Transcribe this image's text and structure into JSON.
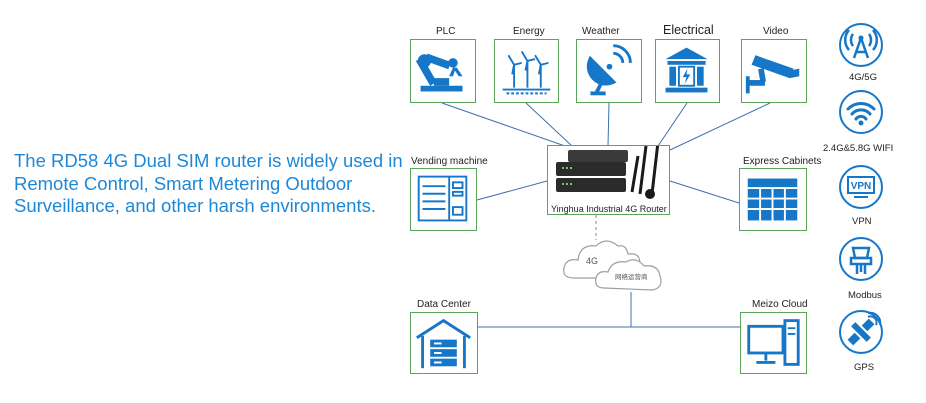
{
  "intro_text": "The RD58 4G Dual SIM router is widely used in Remote Control, Smart Metering Outdoor Surveillance, and other harsh environments.",
  "nodes": {
    "plc": "PLC",
    "energy": "Energy",
    "weather": "Weather",
    "electrical": "Electrical",
    "video": "Video",
    "vending": "Vending machine",
    "express": "Express Cabinets",
    "datacenter": "Data Center",
    "meizo": "Meizo Cloud"
  },
  "router": {
    "label": "Yinghua Industrial 4G Router"
  },
  "cloud": {
    "network": "4G",
    "operator": "网络运营商"
  },
  "features": [
    "4G/5G",
    "2.4G&5.8G WIFI",
    "VPN",
    "Modbus",
    "GPS"
  ],
  "colors": {
    "icon_blue": "#1677c8",
    "border_green": "#5aa55a",
    "text_blue": "#1e88d8",
    "line_blue": "#3f6fb0"
  }
}
